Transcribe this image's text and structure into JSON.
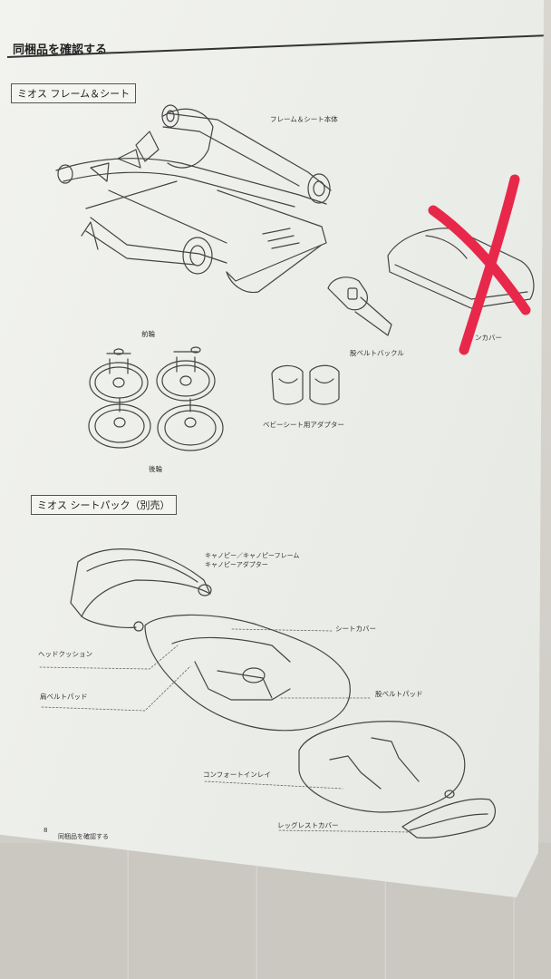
{
  "page": {
    "section_title": "同梱品を確認する",
    "footer_page": "8",
    "footer_title": "同梱品を確認する"
  },
  "group1": {
    "tab": "ミオス フレーム＆シート",
    "labels": {
      "frame_seat": "フレーム＆シート本体",
      "front_wheel": "前輪",
      "crotch_buckle": "股ベルトバックル",
      "cover": "ンカバー",
      "adapter": "ベビーシート用アダプター",
      "rear_wheel": "後輪"
    }
  },
  "group2": {
    "tab": "ミオス シートパック（別売）",
    "labels": {
      "canopy1": "キャノピー／キャノピーフレーム",
      "canopy2": "キャノピーアダプター",
      "seat_cover": "シートカバー",
      "head_cushion": "ヘッドクッション",
      "shoulder_pad": "肩ベルトパッド",
      "crotch_pad": "股ベルトパッド",
      "comfort_inlay": "コンフォートインレイ",
      "legrest_cover": "レッグレストカバー"
    }
  },
  "annotation": {
    "mark": "X",
    "color": "#e8284a"
  }
}
